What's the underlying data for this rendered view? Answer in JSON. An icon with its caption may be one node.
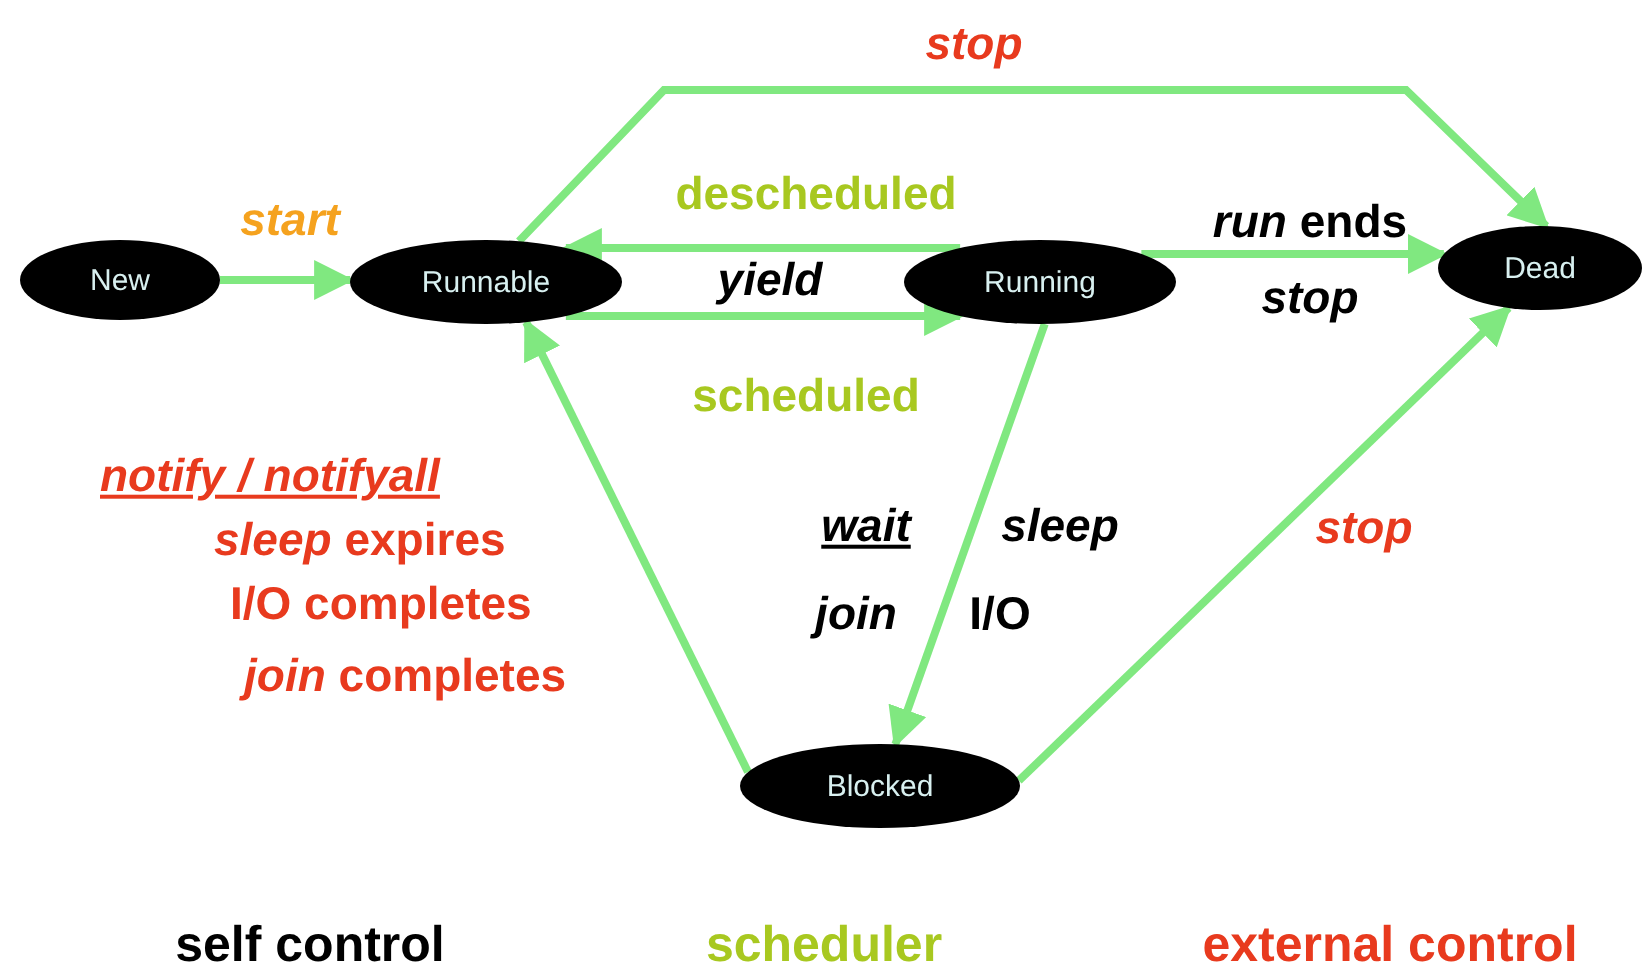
{
  "diagram": {
    "nodes": [
      {
        "text": [
          "New"
        ]
      },
      {
        "text": [
          "Runnable"
        ]
      },
      {
        "text": [
          "Running"
        ]
      },
      {
        "text": [
          "Dead"
        ]
      },
      {
        "text": [
          "Blocked"
        ]
      }
    ],
    "edges": [
      {
        "from": 0,
        "to": 1,
        "arrow": "to",
        "label": "start"
      },
      {
        "from": 1,
        "to": 3,
        "arrow": "to",
        "label": "stop"
      },
      {
        "from": 2,
        "to": 1,
        "arrow": "to",
        "label": "descheduled"
      },
      {
        "from": 1,
        "to": 2,
        "arrow": "to",
        "label": "scheduled"
      },
      {
        "from": 2,
        "to": 3,
        "arrow": "to",
        "label": "*run* ends"
      },
      {
        "from": 2,
        "to": 4,
        "arrow": "to"
      },
      {
        "from": 4,
        "to": 1,
        "arrow": "to"
      },
      {
        "from": 4,
        "to": 3,
        "arrow": "to",
        "label": "stop"
      }
    ],
    "labels": [
      "yield",
      "stop",
      "notify / notifyall",
      "*sleep* expires",
      "I/O completes",
      "*join* completes",
      "wait",
      "sleep",
      "join",
      "I/O"
    ],
    "legend": [
      {
        "text": "self control",
        "color": "#000000"
      },
      {
        "text": "scheduler",
        "color": "#a8c820"
      },
      {
        "text": "external control",
        "color": "#e83a1e"
      }
    ]
  }
}
